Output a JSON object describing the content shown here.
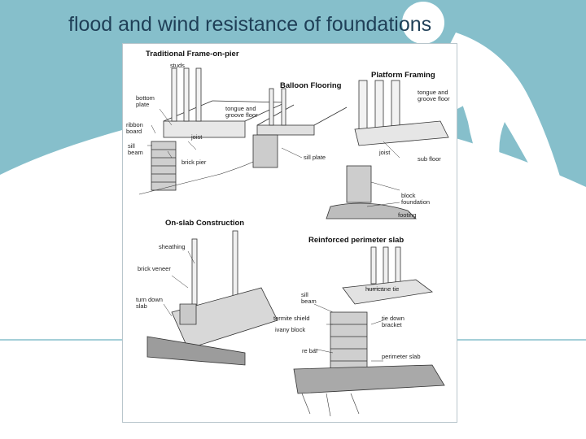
{
  "slide": {
    "title": "flood and wind resistance of foundations"
  },
  "figure": {
    "panels": [
      {
        "heading": "Traditional Frame-on-pier",
        "labels": [
          "studs",
          "bottom plate",
          "ribbon board",
          "sill beam",
          "tongue and groove floor",
          "joist",
          "brick pier"
        ]
      },
      {
        "heading": "Balloon Flooring",
        "labels": [
          "sill plate"
        ]
      },
      {
        "heading": "Platform Framing",
        "labels": [
          "tongue and groove floor",
          "joist",
          "sub floor",
          "block foundation",
          "footing"
        ]
      },
      {
        "heading": "On-slab Construction",
        "labels": [
          "sheathing",
          "brick veneer",
          "turn down slab"
        ]
      },
      {
        "heading": "Reinforced perimeter slab",
        "labels": [
          "hurricane tie",
          "sill beam",
          "termite shield",
          "ivany block",
          "tie down bracket",
          "re bar",
          "perimeter slab"
        ]
      }
    ]
  },
  "colors": {
    "accent_teal": "#86bfcb",
    "title_text": "#1f3f57"
  }
}
